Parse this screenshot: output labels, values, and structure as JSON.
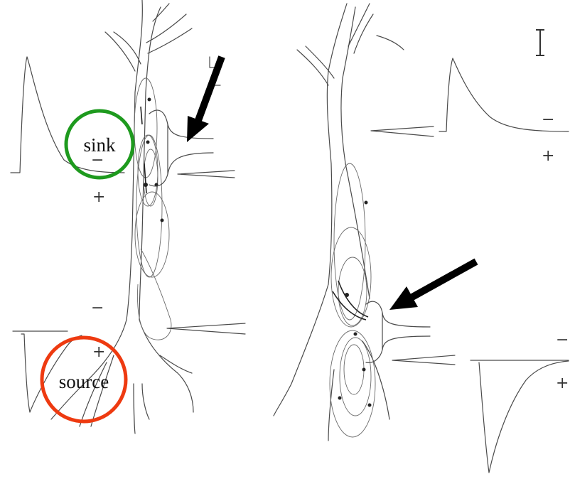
{
  "labels": {
    "sink": "sink",
    "source": "source"
  },
  "signs": {
    "minus": "−",
    "plus": "+"
  },
  "colors": {
    "sink_circle": "#1e9a1e",
    "source_circle": "#ee3a10",
    "arrow": "#000000",
    "line_art": "#4a4a4a"
  },
  "panels": {
    "left": {
      "arrow_target": "dendrite",
      "markers": [
        "sink",
        "source"
      ]
    },
    "right": {
      "arrow_target": "soma"
    }
  }
}
